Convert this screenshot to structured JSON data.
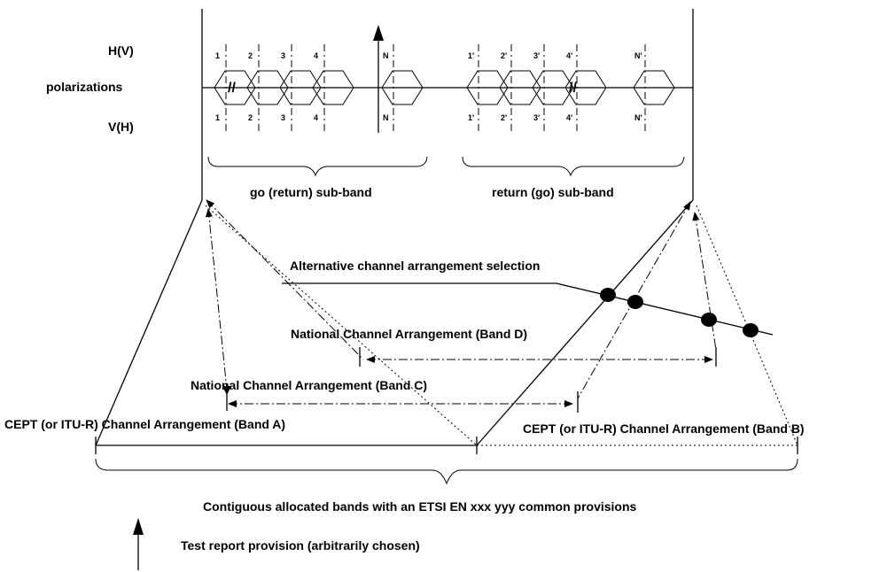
{
  "labels": {
    "hv": "H(V)",
    "polarizations": "polarizations",
    "vh": "V(H)",
    "go_subband": "go (return) sub-band",
    "return_subband": "return (go) sub-band",
    "alt_selection": "Alternative channel arrangement selection",
    "national_d": "National Channel Arrangement (Band D)",
    "national_c": "National Channel Arrangement (Band C)",
    "cept_a": "CEPT (or ITU-R) Channel Arrangement (Band A)",
    "cept_b": "CEPT (or ITU-R) Channel Arrangement (Band B)",
    "contiguous": "Contiguous allocated bands with an ETSI EN xxx  yyy common provisions",
    "test_report": "Test report provision (arbitrarily chosen)"
  },
  "channels_go": [
    "1",
    "2",
    "3",
    "4",
    "N"
  ],
  "channels_return": [
    "1'",
    "2'",
    "3'",
    "4'",
    "N'"
  ],
  "break_mark": "//"
}
